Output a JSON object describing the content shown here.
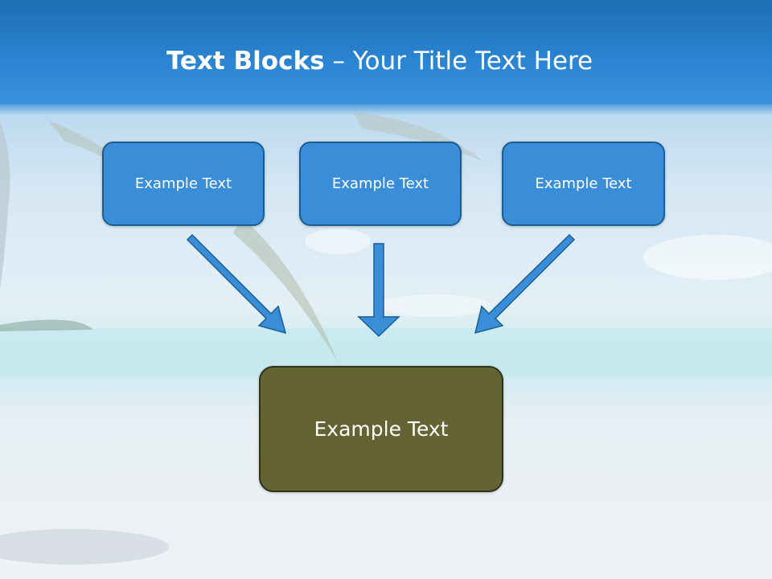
{
  "slide": {
    "title_bold": "Text Blocks",
    "title_separator": " – ",
    "title_rest": "Your Title Text Here"
  },
  "diagram": {
    "blocks": [
      {
        "label": "Example Text"
      },
      {
        "label": "Example Text"
      },
      {
        "label": "Example Text"
      }
    ],
    "result": {
      "label": "Example Text"
    }
  },
  "colors": {
    "title_band": "#2b85d2",
    "block_fill": "#3a8ed8",
    "block_border": "#1c5d94",
    "result_fill": "#646333",
    "arrow_fill": "#3a8ed8"
  }
}
